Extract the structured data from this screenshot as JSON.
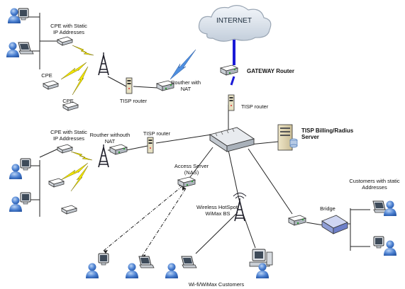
{
  "labels": {
    "internet": "INTERNET",
    "gateway_router": "GATEWAY Router",
    "cpe_static_top": "CPE with Static\nIP Addresses",
    "cpe_a": "CPE",
    "cpe_b": "CPE",
    "router_nat": "Routher with\nNAT",
    "tisp_router_top_left": "TISP router",
    "tisp_router_center": "TISP router",
    "billing_server": "TISP Billing/Radius\nServer",
    "cpe_static_mid": "CPE with Static\nIP Addresses",
    "router_without_nat": "Routher withouth\nNAT",
    "tisp_router_mid": "TISP router",
    "access_server": "Access Server\n(NAS)",
    "wireless_hotspot": "Wireless HotSpot/\nWiMax BS",
    "customers_static": "Customers with static\nAddresses",
    "bridge": "Bridge",
    "wifi_customers": "Wi-fi/WiMax Customers"
  },
  "colors": {
    "backbone": "#1a1ad6",
    "radio_bolt": "#f2e600",
    "radio_bolt_blue": "#4f8fe0",
    "link": "#222222",
    "user_body": "#4a7fd0",
    "device_body": "#e9ecef"
  }
}
